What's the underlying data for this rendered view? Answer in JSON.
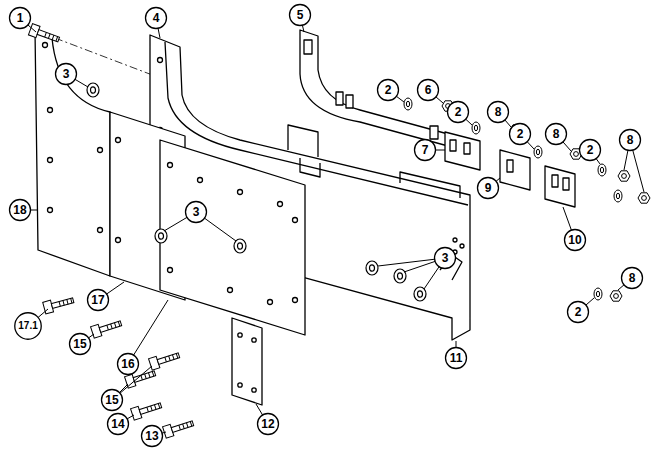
{
  "diagram": {
    "labels": [
      "1",
      "4",
      "5",
      "3",
      "2",
      "6",
      "2",
      "8",
      "7",
      "2",
      "8",
      "9",
      "8",
      "2",
      "10",
      "18",
      "3",
      "3",
      "2",
      "8",
      "17.1",
      "17",
      "15",
      "16",
      "15",
      "11",
      "14",
      "12",
      "13"
    ]
  }
}
